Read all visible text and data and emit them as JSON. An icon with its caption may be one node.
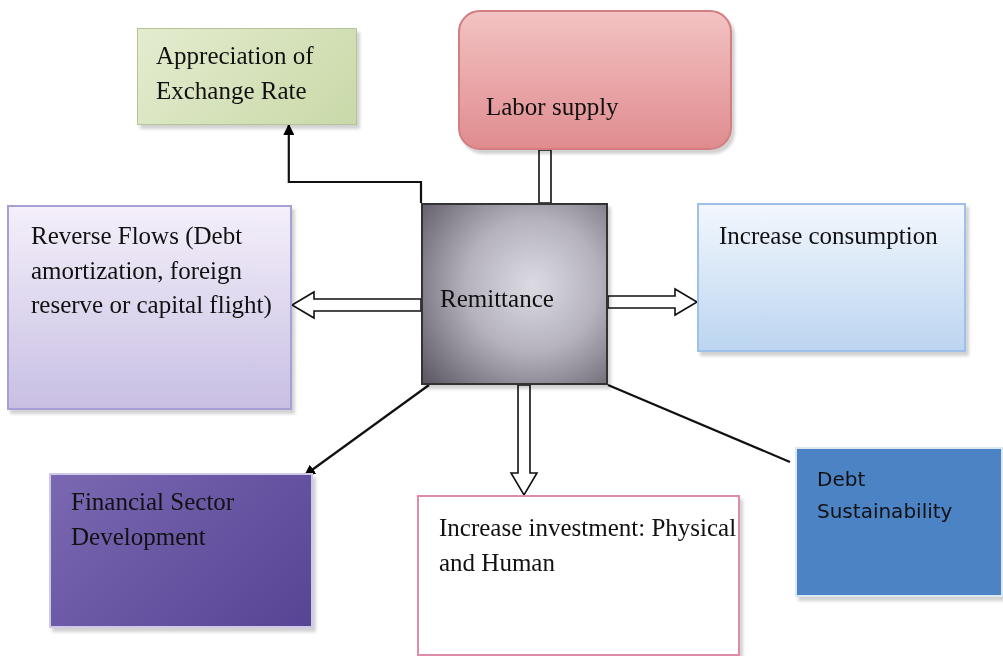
{
  "diagram": {
    "nodes": [
      {
        "text": [
          "Appreciation of Exchange Rate"
        ]
      },
      {
        "text": [
          "Labor supply"
        ]
      },
      {
        "text": [
          "Reverse Flows (Debt amortization, foreign reserve or capital flight)"
        ]
      },
      {
        "text": [
          "Remittance"
        ]
      },
      {
        "text": [
          "Increase consumption"
        ]
      },
      {
        "text": [
          "Financial Sector Development"
        ]
      },
      {
        "text": [
          "Increase investment: Physical and Human"
        ]
      },
      {
        "text": [
          "Debt Sustainability"
        ]
      }
    ],
    "edges": [
      {
        "from": 3,
        "to": 0,
        "arrow": "to"
      },
      {
        "from": 1,
        "to": 3,
        "arrow": "none",
        "style": "thick"
      },
      {
        "from": 3,
        "to": 2,
        "arrow": "to",
        "style": "thick"
      },
      {
        "from": 3,
        "to": 4,
        "arrow": "to",
        "style": "thick"
      },
      {
        "from": 3,
        "to": 6,
        "arrow": "to",
        "style": "thick"
      },
      {
        "from": 3,
        "to": 5,
        "arrow": "to"
      },
      {
        "from": 3,
        "to": 7,
        "arrow": "none"
      }
    ]
  }
}
